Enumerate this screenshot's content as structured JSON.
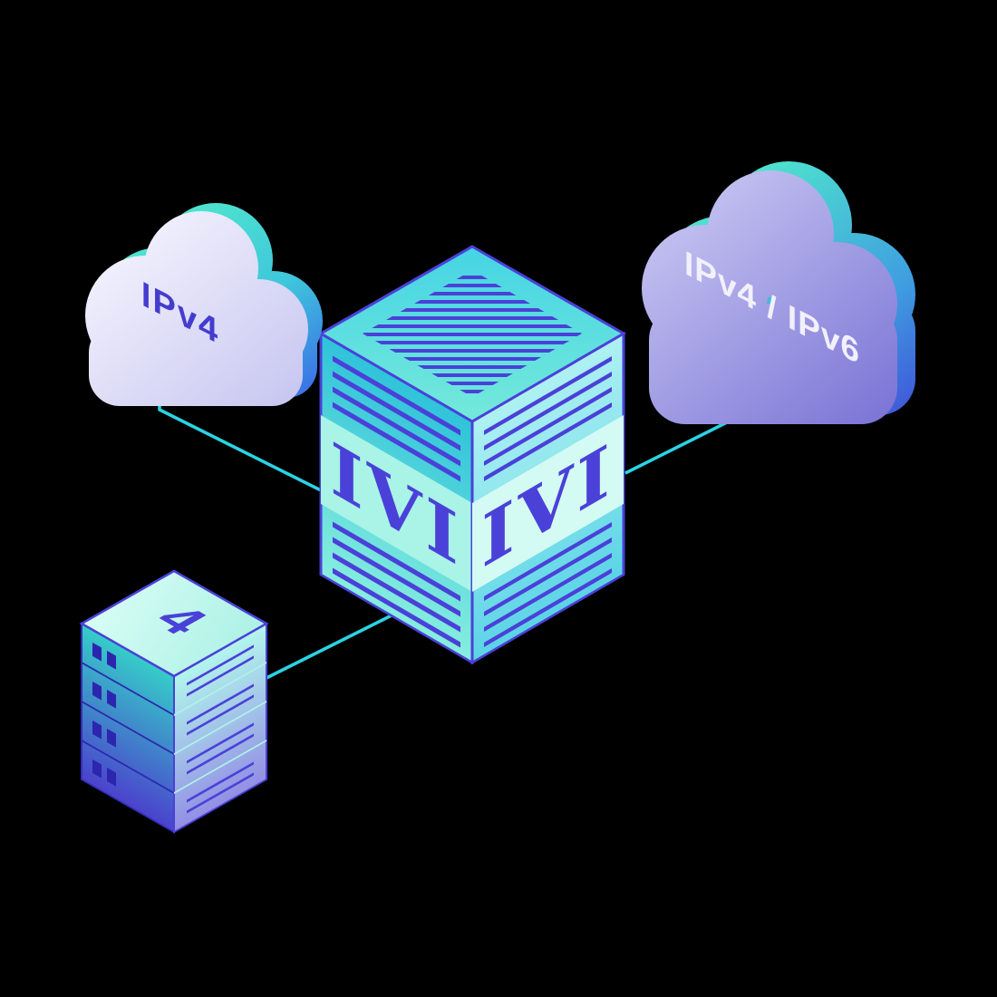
{
  "diagram": {
    "background_color": "#000000",
    "nodes": {
      "ipv4_cloud": {
        "type": "cloud",
        "label": "IPv4"
      },
      "ipv4_ipv6_cloud": {
        "type": "cloud",
        "label": "IPv4 / IPv6"
      },
      "ivi_translator": {
        "type": "isometric-box",
        "label_left_face": "IVI",
        "label_right_face": "IVI"
      },
      "server_stack": {
        "type": "server-rack",
        "label": "4",
        "unit_count": 4
      }
    },
    "edges": [
      {
        "from": "ipv4_cloud",
        "to": "ivi_translator"
      },
      {
        "from": "ipv4_ipv6_cloud",
        "to": "ivi_translator"
      },
      {
        "from": "server_stack",
        "to": "ivi_translator"
      }
    ],
    "colors": {
      "connector": "#2bd3e2",
      "outline_indigo": "#4a41d8",
      "box_teal": "#3ecfe0",
      "box_mint": "#7df0dc",
      "left_cloud_lavender": "#e6e5f8",
      "right_cloud_purple": "#8d88dc",
      "accent_mint": "#4ae6ca",
      "accent_blue": "#3566e4"
    }
  }
}
